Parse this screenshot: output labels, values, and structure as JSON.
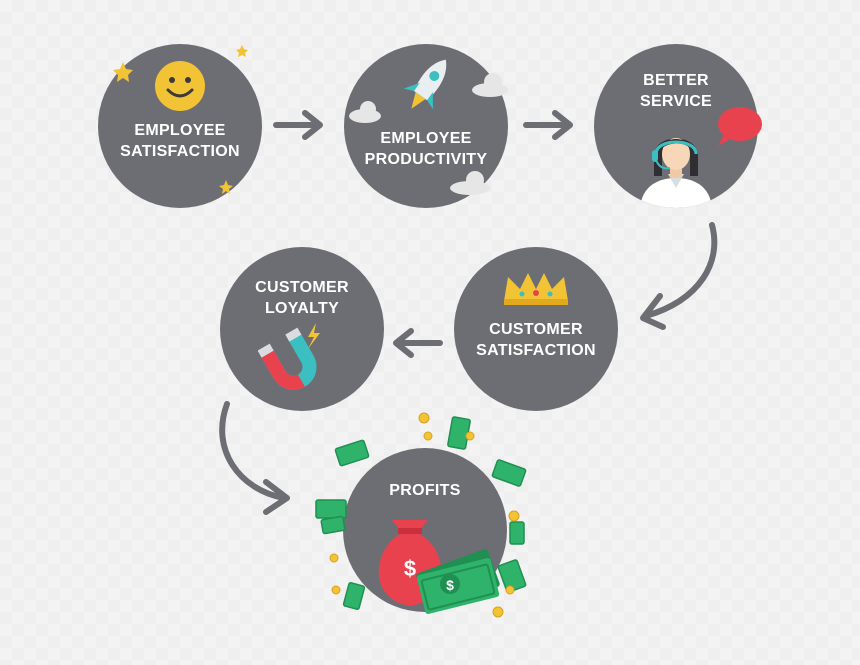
{
  "nodes": {
    "employee_satisfaction": "EMPLOYEE\nSATISFACTION",
    "employee_productivity": "EMPLOYEE\nPRODUCTIVITY",
    "better_service": "BETTER\nSERVICE",
    "customer_satisfaction": "CUSTOMER\nSATISFACTION",
    "customer_loyalty": "CUSTOMER\nLOYALTY",
    "profits": "PROFITS"
  },
  "colors": {
    "node_fill": "#6d6e73",
    "arrow": "#6d6e73",
    "money_green": "#2fb36b",
    "coin_gold": "#f2c335",
    "bag_red": "#e8424f",
    "magnet_teal": "#3bbfc1",
    "speech_red": "#e8424f"
  },
  "icons": [
    "smiley-icon",
    "rocket-icon",
    "headset-agent-icon",
    "crown-icon",
    "magnet-icon",
    "money-bag-icon"
  ]
}
